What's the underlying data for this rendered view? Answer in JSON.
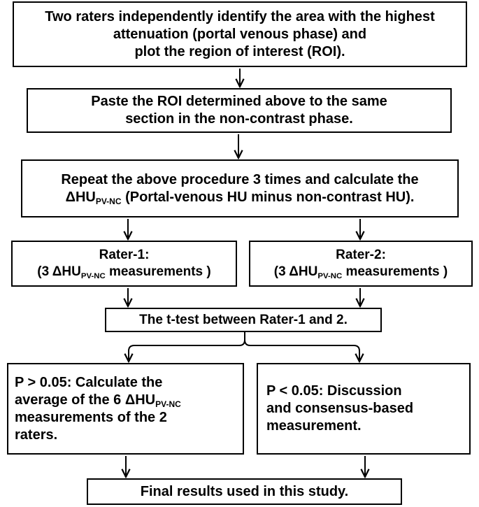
{
  "boxes": {
    "step1": {
      "lines": [
        "Two raters independently identify the area with the highest",
        "attenuation (portal venous phase) and",
        "plot the region of interest (ROI)."
      ]
    },
    "step2": {
      "lines": [
        "Paste the ROI determined above to the same",
        "section in the non-contrast phase."
      ]
    },
    "step3": {
      "line1": "Repeat the above procedure 3 times and calculate the",
      "line2_delta": "ΔHU",
      "line2_sub": "PV-NC",
      "line2_rest": " (Portal-venous HU  minus non-contrast HU)."
    },
    "rater1": {
      "title": "Rater-1:",
      "prefix": "(3 ΔHU",
      "sub": "PV-NC",
      "suffix": " measurements )"
    },
    "rater2": {
      "title": "Rater-2:",
      "prefix": "(3 ΔHU",
      "sub": "PV-NC",
      "suffix": " measurements )"
    },
    "ttest": {
      "text": "The t-test between Rater-1 and 2."
    },
    "p_greater": {
      "line1": "P > 0.05: Calculate the",
      "line2_prefix": "average of the 6 ΔHU",
      "line2_sub": "PV-NC",
      "line3": "measurements of the 2",
      "line4": "raters."
    },
    "p_less": {
      "lines": [
        "P < 0.05: Discussion",
        "and consensus-based",
        "measurement."
      ]
    },
    "final": {
      "text": "Final results used in this study."
    }
  }
}
